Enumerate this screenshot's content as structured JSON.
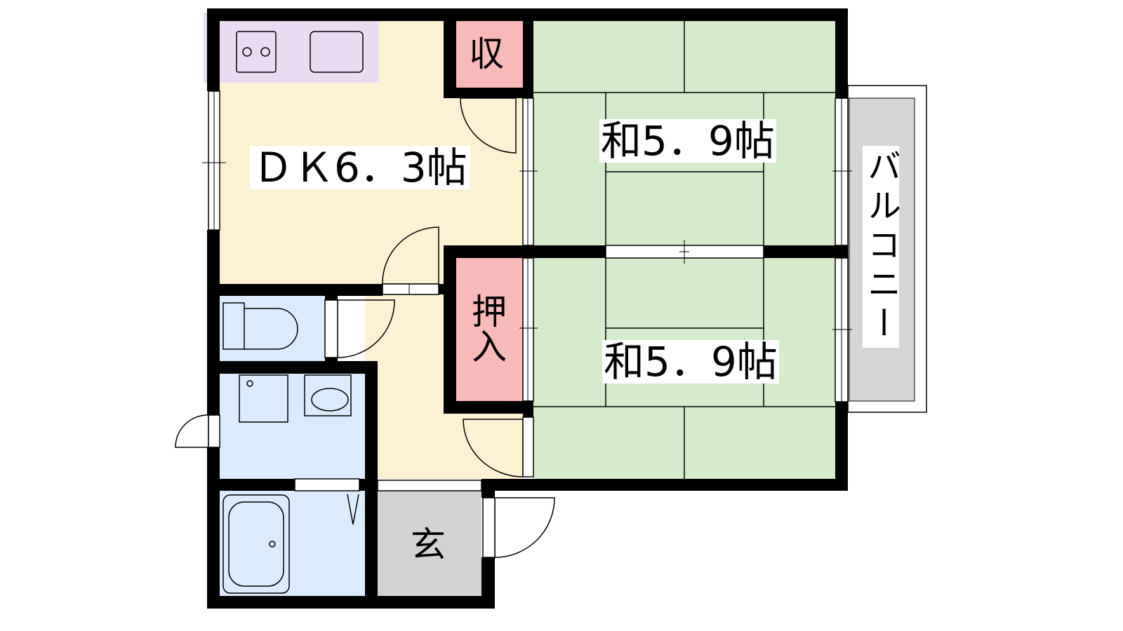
{
  "floor_plan": {
    "rooms": {
      "dining_kitchen": "ＤＫ6．3帖",
      "storage_top": "収",
      "japanese_room_upper": "和5．9帖",
      "japanese_room_lower": "和5．9帖",
      "closet": "押入",
      "balcony": "バルコニー",
      "entrance": "玄"
    },
    "colors": {
      "kitchen": "#e9dcf2",
      "dining_kitchen": "#fdf1d3",
      "storage": "#f8b9b9",
      "tatami": "#d5ebcc",
      "wet_area": "#dbeafc",
      "entrance": "#d2d2d2",
      "balcony": "#d6d6d6",
      "wall": "#000000"
    }
  }
}
